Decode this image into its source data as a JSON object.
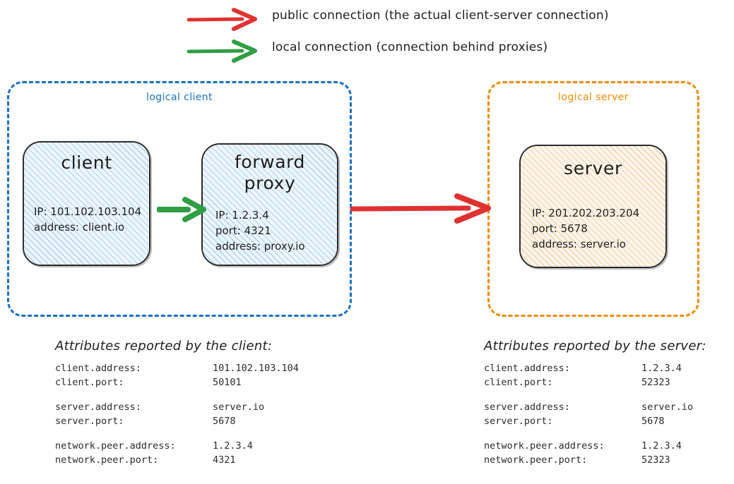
{
  "legend": {
    "items": [
      {
        "icon": "arrow-right-icon",
        "color": "#e03131",
        "label": "public connection (the actual client-server connection)"
      },
      {
        "icon": "arrow-right-icon",
        "color": "#2f9e44",
        "label": "local connection (connection behind proxies)"
      }
    ]
  },
  "groups": {
    "client": {
      "label": "logical client",
      "color": "#1971c2"
    },
    "server": {
      "label": "logical server",
      "color": "#f08c00"
    }
  },
  "nodes": {
    "client": {
      "title": "client",
      "lines": "IP: 101.102.103.104\naddress: client.io"
    },
    "forward_proxy": {
      "title": "forward\nproxy",
      "lines": "IP: 1.2.3.4\nport: 4321\naddress: proxy.io"
    },
    "server": {
      "title": "server",
      "lines": "IP: 201.202.203.204\nport: 5678\naddress: server.io"
    }
  },
  "arrows": {
    "local_client_to_proxy": {
      "color": "#2f9e44",
      "kind": "local-connection"
    },
    "public_client_to_server": {
      "color": "#e03131",
      "kind": "public-connection"
    }
  },
  "attributes_client": {
    "heading": "Attributes reported by the client:",
    "rows": [
      {
        "key": "client.address:",
        "value": "101.102.103.104"
      },
      {
        "key": "client.port:",
        "value": "50101"
      },
      {
        "key": "",
        "value": ""
      },
      {
        "key": "server.address:",
        "value": "server.io"
      },
      {
        "key": "server.port:",
        "value": "5678"
      },
      {
        "key": "",
        "value": ""
      },
      {
        "key": "network.peer.address:",
        "value": "1.2.3.4"
      },
      {
        "key": "network.peer.port:",
        "value": "4321"
      }
    ]
  },
  "attributes_server": {
    "heading": "Attributes reported by the server:",
    "rows": [
      {
        "key": "client.address:",
        "value": "1.2.3.4"
      },
      {
        "key": "client.port:",
        "value": "52323"
      },
      {
        "key": "",
        "value": ""
      },
      {
        "key": "server.address:",
        "value": "server.io"
      },
      {
        "key": "server.port:",
        "value": "5678"
      },
      {
        "key": "",
        "value": ""
      },
      {
        "key": "network.peer.address:",
        "value": "1.2.3.4"
      },
      {
        "key": "network.peer.port:",
        "value": "52323"
      }
    ]
  }
}
